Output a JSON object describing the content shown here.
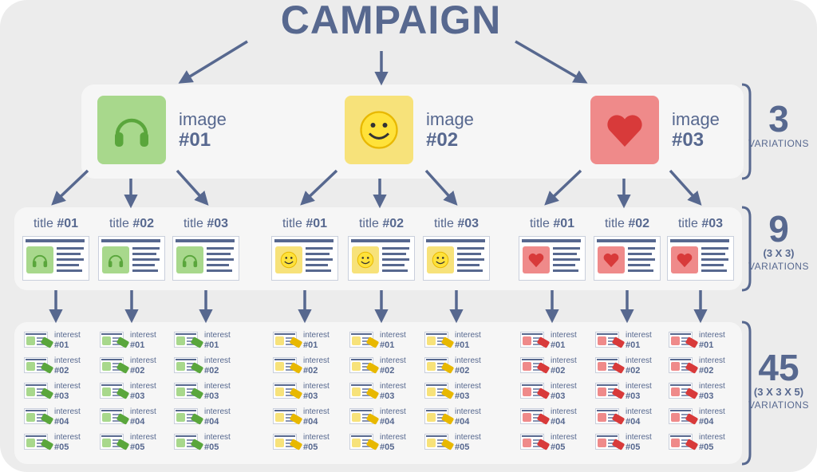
{
  "title": "CAMPAIGN",
  "colors": {
    "accent": "#57688f",
    "green": "#a8d88c",
    "green_dark": "#5aa63c",
    "yellow": "#f7e27a",
    "yellow_dark": "#e8b800",
    "red": "#ef8a8a",
    "red_dark": "#d83a3a"
  },
  "images": [
    {
      "word": "image",
      "num": "#01",
      "icon": "headphones-icon",
      "theme": "green"
    },
    {
      "word": "image",
      "num": "#02",
      "icon": "smiley-icon",
      "theme": "yellow"
    },
    {
      "word": "image",
      "num": "#03",
      "icon": "heart-icon",
      "theme": "red"
    }
  ],
  "title_word": "title",
  "title_nums": [
    "#01",
    "#02",
    "#03"
  ],
  "interest_word": "interest",
  "interest_nums": [
    "#01",
    "#02",
    "#03",
    "#04",
    "#05"
  ],
  "counts": [
    {
      "big": "3",
      "paren": "",
      "var": "VARIATIONS"
    },
    {
      "big": "9",
      "paren": "(3 X 3)",
      "var": "VARIATIONS"
    },
    {
      "big": "45",
      "paren": "(3 X 3 X 5)",
      "var": "VARIATIONS"
    }
  ]
}
